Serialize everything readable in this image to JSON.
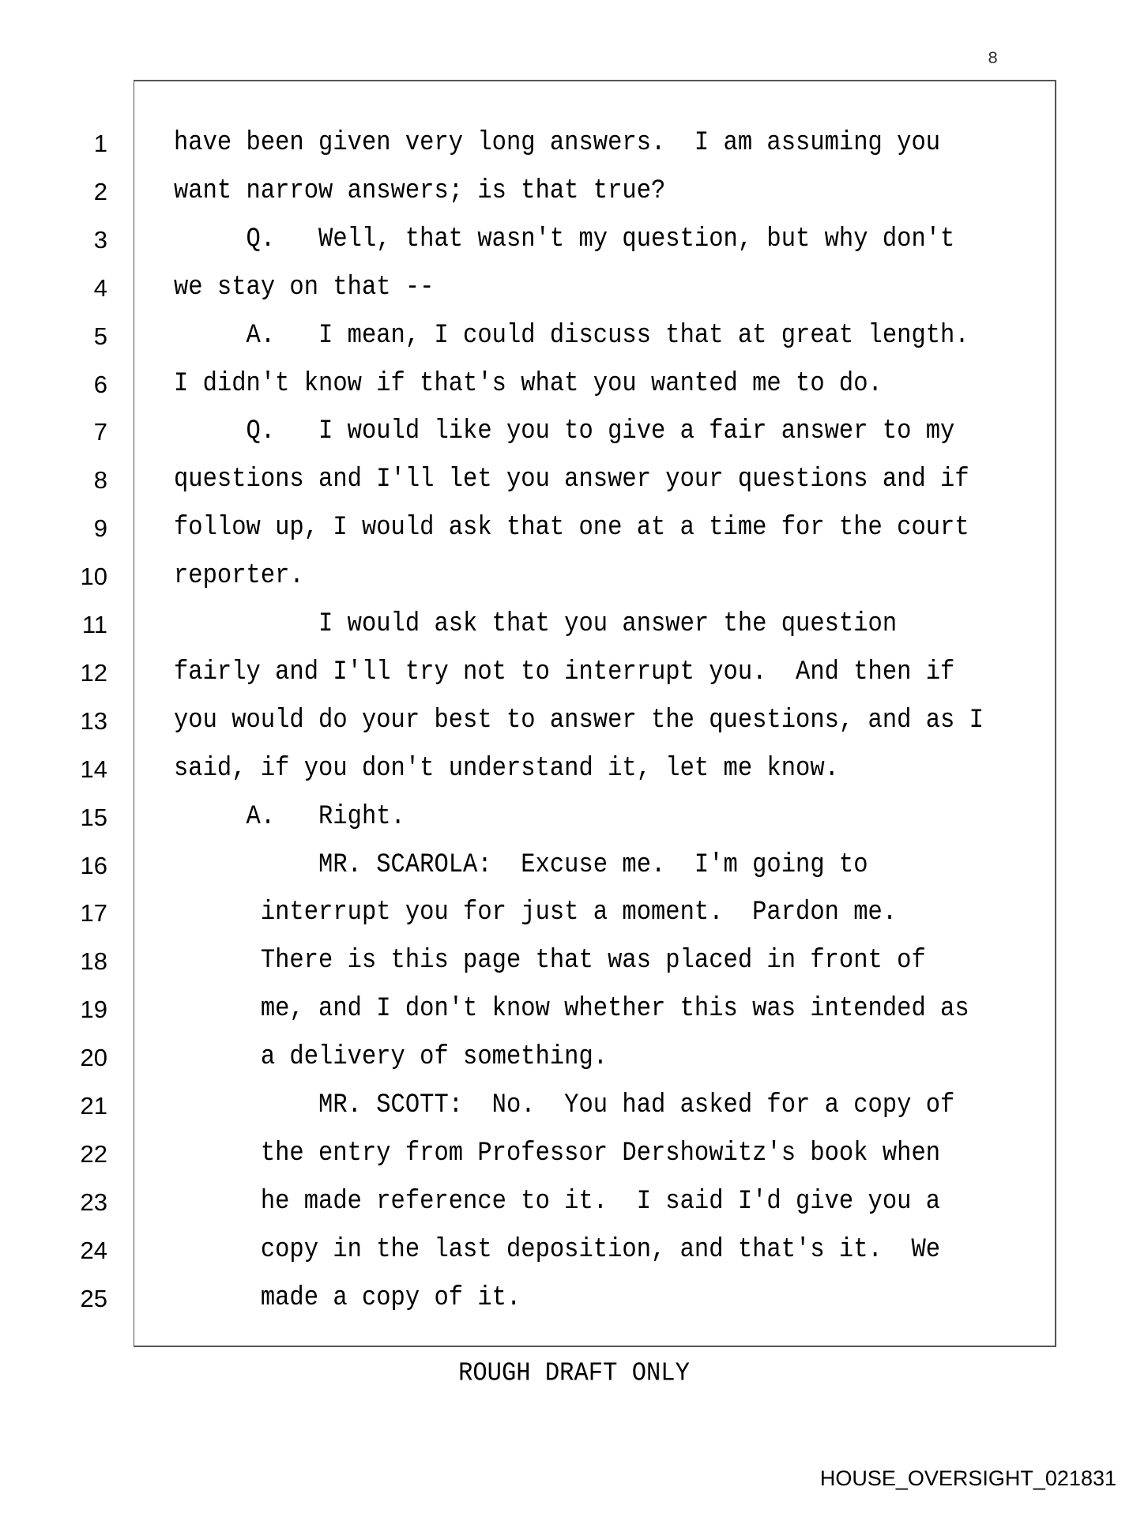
{
  "page_number": "8",
  "lines": [
    {
      "n": "1",
      "text": "have been given very long answers.  I am assuming you"
    },
    {
      "n": "2",
      "text": "want narrow answers; is that true?"
    },
    {
      "n": "3",
      "text": "     Q.   Well, that wasn't my question, but why don't"
    },
    {
      "n": "4",
      "text": "we stay on that --"
    },
    {
      "n": "5",
      "text": "     A.   I mean, I could discuss that at great length."
    },
    {
      "n": "6",
      "text": "I didn't know if that's what you wanted me to do."
    },
    {
      "n": "7",
      "text": "     Q.   I would like you to give a fair answer to my"
    },
    {
      "n": "8",
      "text": "questions and I'll let you answer your questions and if"
    },
    {
      "n": "9",
      "text": "follow up, I would ask that one at a time for the court"
    },
    {
      "n": "10",
      "text": "reporter."
    },
    {
      "n": "11",
      "text": "          I would ask that you answer the question"
    },
    {
      "n": "12",
      "text": "fairly and I'll try not to interrupt you.  And then if"
    },
    {
      "n": "13",
      "text": "you would do your best to answer the questions, and as I"
    },
    {
      "n": "14",
      "text": "said, if you don't understand it, let me know."
    },
    {
      "n": "15",
      "text": "     A.   Right."
    },
    {
      "n": "16",
      "text": "          MR. SCAROLA:  Excuse me.  I'm going to"
    },
    {
      "n": "17",
      "text": "      interrupt you for just a moment.  Pardon me."
    },
    {
      "n": "18",
      "text": "      There is this page that was placed in front of"
    },
    {
      "n": "19",
      "text": "      me, and I don't know whether this was intended as"
    },
    {
      "n": "20",
      "text": "      a delivery of something."
    },
    {
      "n": "21",
      "text": "          MR. SCOTT:  No.  You had asked for a copy of"
    },
    {
      "n": "22",
      "text": "      the entry from Professor Dershowitz's book when"
    },
    {
      "n": "23",
      "text": "      he made reference to it.  I said I'd give you a"
    },
    {
      "n": "24",
      "text": "      copy in the last deposition, and that's it.  We"
    },
    {
      "n": "25",
      "text": "      made a copy of it."
    }
  ],
  "footer": "ROUGH DRAFT ONLY",
  "bates": "HOUSE_OVERSIGHT_021831"
}
